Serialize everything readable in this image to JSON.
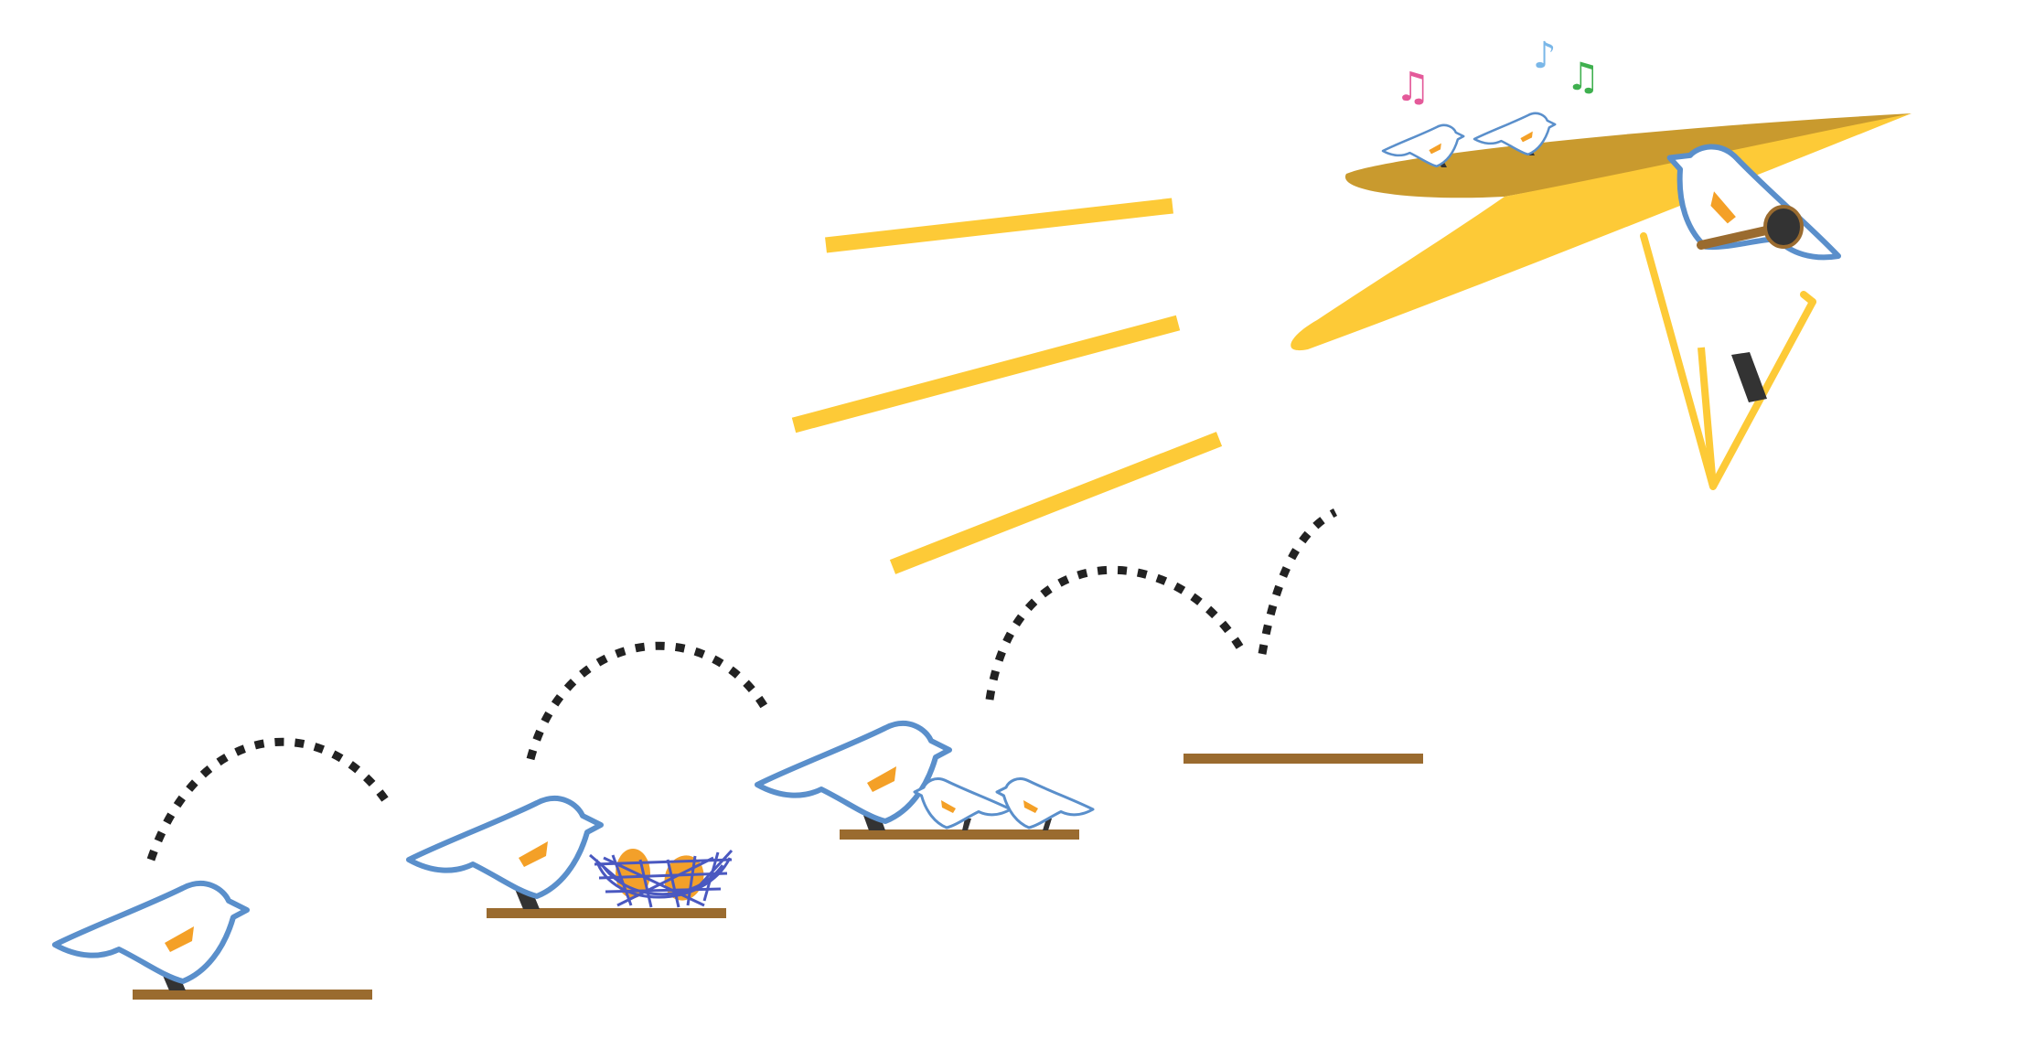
{
  "colors": {
    "background": "#ffffff",
    "bird_outline": "#5a8fcb",
    "bird_fill": "#ffffff",
    "wing_mark": "#f4a027",
    "leg": "#333333",
    "perch": "#9a6b2f",
    "jump_path": "#222222",
    "glider_light": "#fdca37",
    "glider_dark": "#c99a2e",
    "goggles_strap": "#9a6b2f",
    "goggles_lens": "#333333",
    "egg": "#f3a02a",
    "nest": "#4a58c0",
    "note_pink": "#e45a9a",
    "note_blue": "#7ab7e8",
    "note_green": "#3fb04f"
  },
  "scene": {
    "perch_count": 4,
    "stages": [
      {
        "step": 1,
        "birds": 1,
        "eggs": 0,
        "chicks": 0
      },
      {
        "step": 2,
        "birds": 1,
        "eggs": 2,
        "chicks": 0
      },
      {
        "step": 3,
        "birds": 1,
        "eggs": 0,
        "chicks": 2
      },
      {
        "step": 4,
        "birds": 0,
        "eggs": 0,
        "chicks": 0
      }
    ],
    "flying_bird": {
      "gear": "hang-glider",
      "accessory": "goggles",
      "passengers": 2
    },
    "speed_lines": 3,
    "music_notes": [
      "♫",
      "♪",
      "♫"
    ]
  }
}
